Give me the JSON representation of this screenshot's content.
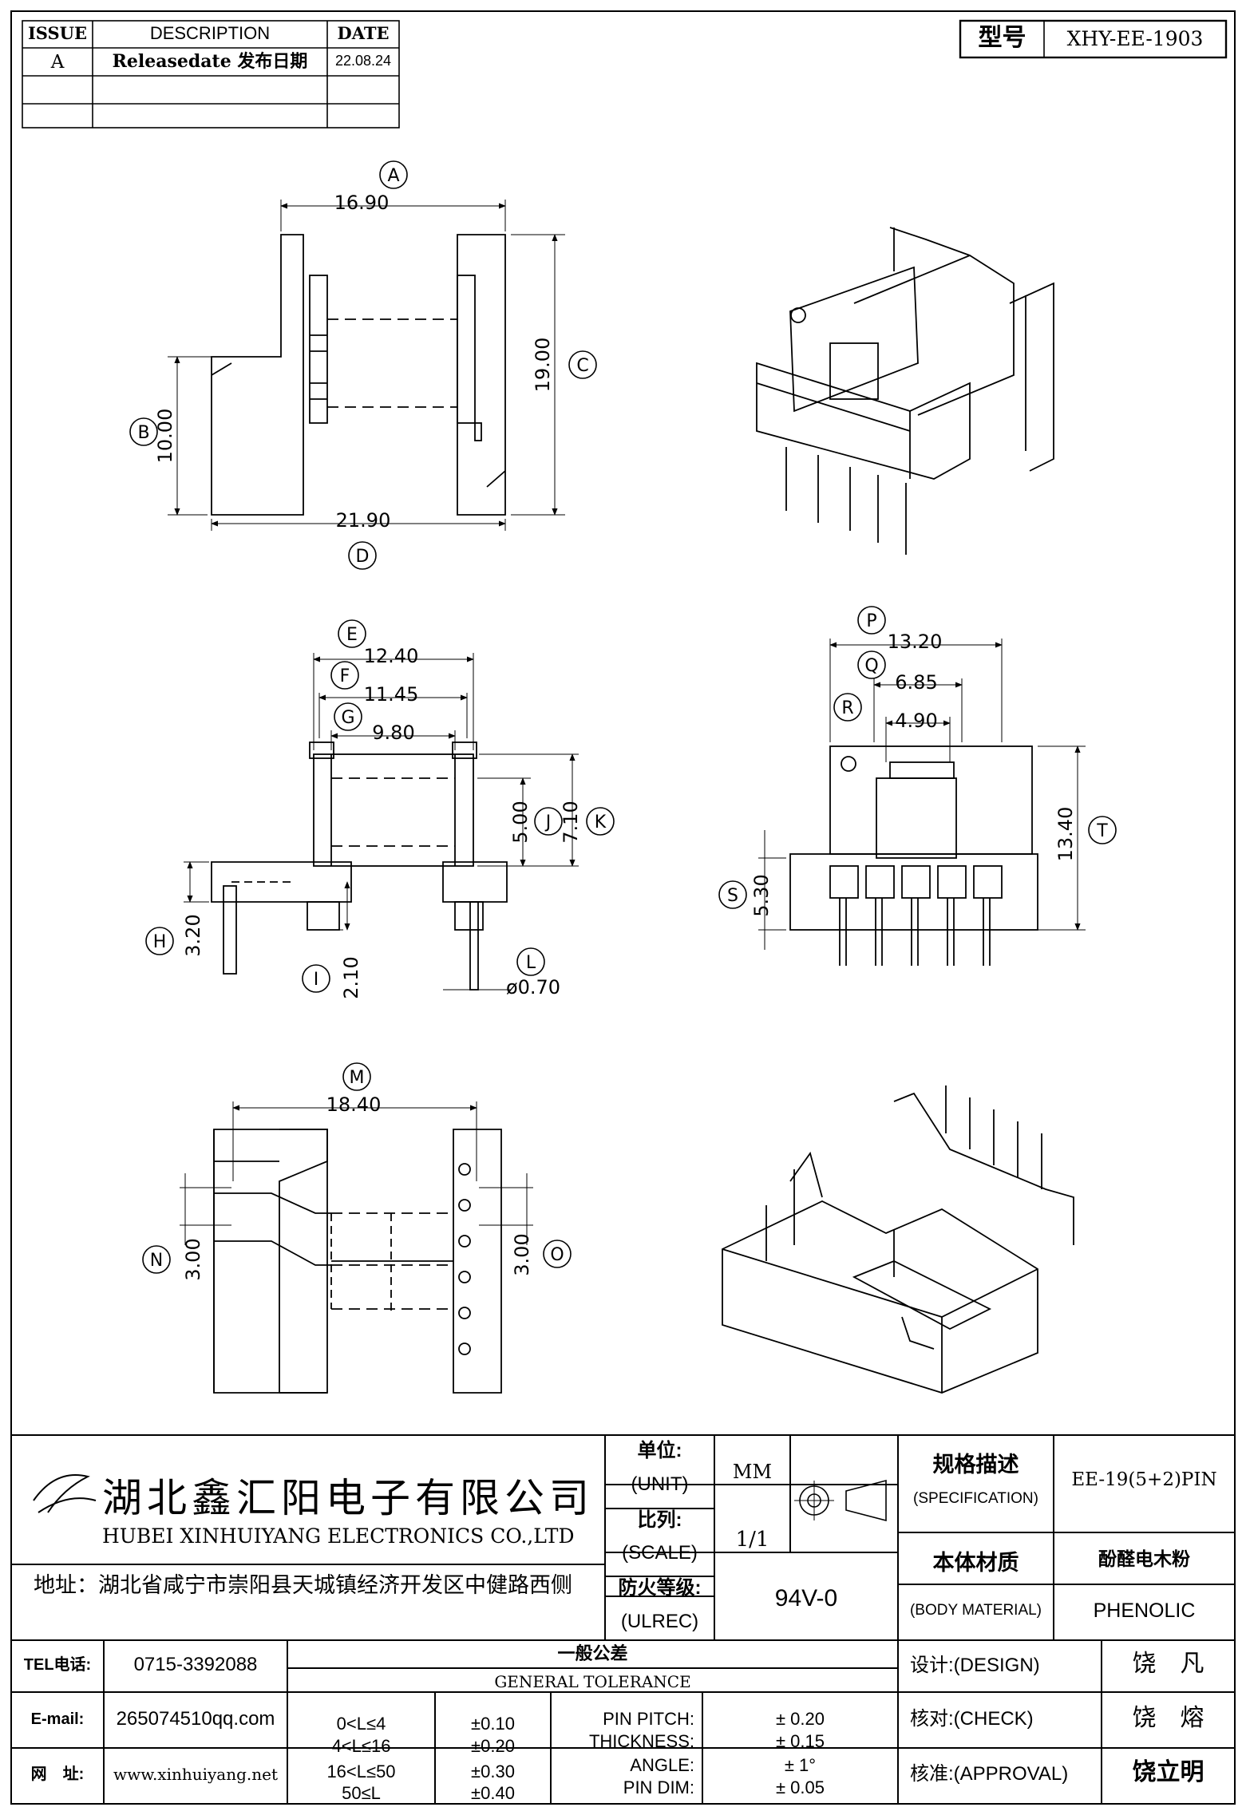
{
  "revision": {
    "headers": {
      "issue": "ISSUE",
      "description": "DESCRIPTION",
      "date": "DATE"
    },
    "rows": [
      {
        "issue": "A",
        "description": "Releasedate 发布日期",
        "date": "22.08.24"
      }
    ]
  },
  "model": {
    "label": "型号",
    "value": "XHY-EE-1903"
  },
  "dimensions": {
    "A": {
      "letter": "A",
      "value": "16.90"
    },
    "B": {
      "letter": "B",
      "value": "10.00"
    },
    "C": {
      "letter": "C",
      "value": "19.00"
    },
    "D": {
      "letter": "D",
      "value": "21.90"
    },
    "E": {
      "letter": "E",
      "value": "12.40"
    },
    "F": {
      "letter": "F",
      "value": "11.45"
    },
    "G": {
      "letter": "G",
      "value": "9.80"
    },
    "H": {
      "letter": "H",
      "value": "3.20"
    },
    "I": {
      "letter": "I",
      "value": "2.10"
    },
    "J": {
      "letter": "J",
      "value": "5.00"
    },
    "K": {
      "letter": "K",
      "value": "7.10"
    },
    "L": {
      "letter": "L",
      "value": "ø0.70"
    },
    "M": {
      "letter": "M",
      "value": "18.40"
    },
    "N": {
      "letter": "N",
      "value": "3.00"
    },
    "O": {
      "letter": "O",
      "value": "3.00"
    },
    "P": {
      "letter": "P",
      "value": "13.20"
    },
    "Q": {
      "letter": "Q",
      "value": "6.85"
    },
    "R": {
      "letter": "R",
      "value": "4.90"
    },
    "S": {
      "letter": "S",
      "value": "5.30"
    },
    "T": {
      "letter": "T",
      "value": "13.40"
    }
  },
  "company": {
    "name_cn": "湖北鑫汇阳电子有限公司",
    "name_en": "HUBEI XINHUIYANG ELECTRONICS CO.,LTD",
    "address": "地址：湖北省咸宁市崇阳县天城镇经济开发区中健路西侧",
    "tel_label": "TEL电话:",
    "tel": "0715-3392088",
    "email_label": "E-mail:",
    "email": "265074510qq.com",
    "web_label": "网　址:",
    "web": "www.xinhuiyang.net"
  },
  "titleblock": {
    "unit_cn": "单位:",
    "unit_en": "(UNIT)",
    "unit_value": "MM",
    "scale_cn": "比列:",
    "scale_en": "(SCALE)",
    "scale_value": "1/1",
    "ul_cn": "防火等级:",
    "ul_en": "(ULREC)",
    "ul_value": "94V-0",
    "spec_cn": "规格描述",
    "spec_en": "(SPECIFICATION)",
    "spec_value": "EE-19(5+2)PIN",
    "material_cn": "本体材质",
    "material_en": "(BODY MATERIAL)",
    "material_value_cn": "酚醛电木粉",
    "material_value_en": "PHENOLIC"
  },
  "tolerance": {
    "title_cn": "一般公差",
    "title_en": "GENERAL TOLERANCE",
    "ranges": [
      {
        "range": "0<L≤4",
        "value": "±0.10"
      },
      {
        "range": "4<L≤16",
        "value": "±0.20"
      },
      {
        "range": "16<L≤50",
        "value": "±0.30"
      },
      {
        "range": "50≤L",
        "value": "±0.40"
      }
    ],
    "specials": [
      {
        "label": "PIN PITCH:",
        "value": "± 0.20"
      },
      {
        "label": "THICKNESS:",
        "value": "± 0.15"
      },
      {
        "label": "ANGLE:",
        "value": "± 1°"
      },
      {
        "label": "PIN DIM:",
        "value": "± 0.05"
      }
    ]
  },
  "signoff": {
    "design_label": "设计:(DESIGN)",
    "design_name": "饶　凡",
    "check_label": "核对:(CHECK)",
    "check_name": "饶　熔",
    "approval_label": "核准:(APPROVAL)",
    "approval_name": "饶立明"
  }
}
